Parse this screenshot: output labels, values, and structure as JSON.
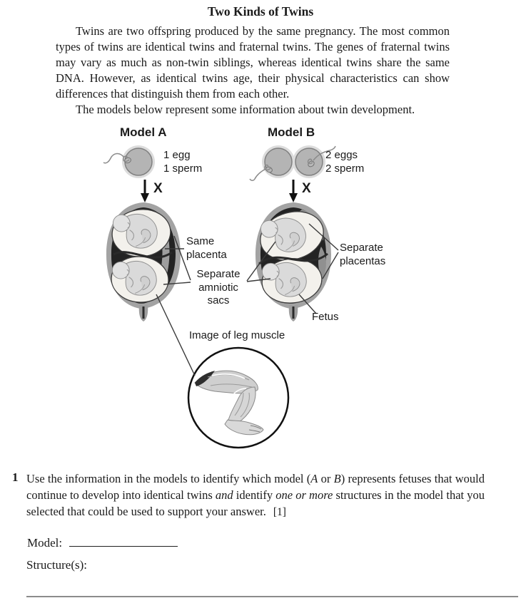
{
  "document": {
    "title": "Two Kinds of Twins",
    "intro": "Twins are two offspring produced by the same pregnancy. The most common types of twins are identical twins and fraternal twins. The genes of fraternal twins may vary as much as non-twin siblings, whereas identical twins share the same DNA. However, as identical twins age, their physical characteristics can show differences that distinguish them from each other.",
    "models_note": "The models below represent some information about twin development."
  },
  "diagram": {
    "model_a": {
      "title": "Model A",
      "egg_count": "1 egg",
      "sperm_count": "1 sperm"
    },
    "model_b": {
      "title": "Model B",
      "egg_count": "2 eggs",
      "sperm_count": "2 sperm"
    },
    "cross_symbol": "X",
    "labels": {
      "same_placenta": "Same placenta",
      "separate_amniotic_sacs": "Separate amniotic sacs",
      "separate_placentas": "Separate placentas",
      "fetus": "Fetus",
      "leg_image_caption": "Image of leg muscle"
    },
    "icons": {
      "egg_sperm_a": "egg-with-sperm-icon",
      "egg_sperm_b": "two-eggs-with-sperm-icon",
      "down_arrow": "down-arrow-icon",
      "womb_a": "womb-shared-placenta-diagram",
      "womb_b": "womb-separate-placentas-diagram",
      "leg_muscle": "leg-muscle-illustration"
    },
    "colors": {
      "outline_gray": "#9e9e9e",
      "dark_lining": "#232323",
      "sac_fill": "#f3f1ec",
      "fetus_fill": "#dadada",
      "egg_fill": "#b4b4b4",
      "pointer_line": "#3a3a3a",
      "answer_rule": "#8c8c8c"
    }
  },
  "question": {
    "number": "1",
    "segments": [
      {
        "text": "Use the information in the models to identify which model ("
      },
      {
        "text": "A",
        "italic": true
      },
      {
        "text": " or "
      },
      {
        "text": "B",
        "italic": true
      },
      {
        "text": ") represents fetuses that would continue to develop into identical twins "
      },
      {
        "text": "and",
        "italic": true
      },
      {
        "text": " identify "
      },
      {
        "text": "one or more",
        "italic": true
      },
      {
        "text": " structures in the model that you selected that could be used to support your answer."
      }
    ],
    "points": "[1]"
  },
  "answer": {
    "model_label": "Model:",
    "structures_label": "Structure(s):"
  }
}
